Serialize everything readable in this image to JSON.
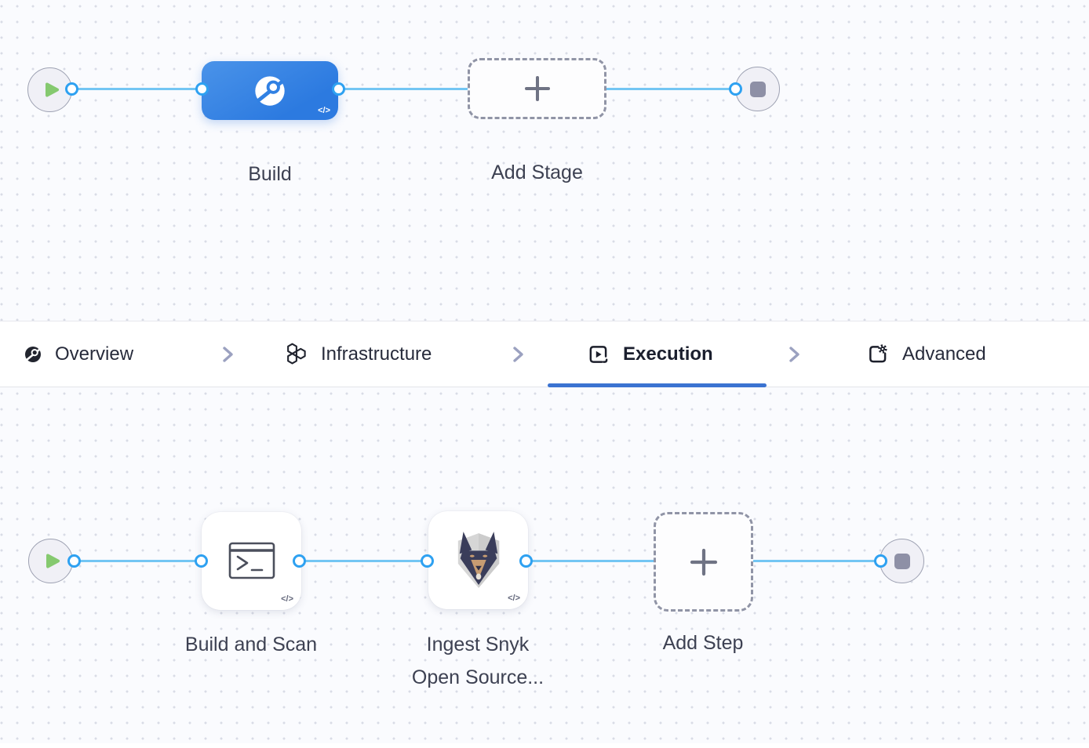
{
  "top_pipeline": {
    "start_node": {
      "icon": "play-icon"
    },
    "stage": {
      "label": "Build",
      "icon": "ci-build-icon",
      "code_badge": "</>"
    },
    "add_stage": {
      "label": "Add Stage",
      "icon": "plus-icon"
    },
    "end_node": {
      "icon": "stop-icon"
    }
  },
  "tab_bar": {
    "items": [
      {
        "label": "Overview",
        "icon": "ci-build-icon",
        "active": false
      },
      {
        "label": "Infrastructure",
        "icon": "hexagons-icon",
        "active": false
      },
      {
        "label": "Execution",
        "icon": "execution-play-icon",
        "active": true
      },
      {
        "label": "Advanced",
        "icon": "settings-square-icon",
        "active": false
      }
    ],
    "separator_icon": "chevron-right-icon",
    "active_tab": "Execution"
  },
  "bottom_pipeline": {
    "start_node": {
      "icon": "play-icon"
    },
    "steps": [
      {
        "label": "Build and Scan",
        "icon": "terminal-icon",
        "code_badge": "</>"
      },
      {
        "label": "Ingest Snyk Open Source...",
        "icon": "snyk-dog-icon",
        "code_badge": "</>"
      }
    ],
    "add_step": {
      "label": "Add Step",
      "icon": "plus-icon"
    },
    "end_node": {
      "icon": "stop-icon"
    }
  },
  "colors": {
    "stage_node_blue": "#2f7fe1",
    "connector_line": "#73c6f3",
    "port_ring": "#2ea1f1",
    "active_tab_underline": "#3b73d1",
    "play_green": "#85c96f",
    "stop_square_gray": "#8e90a6",
    "canvas_background": "#fafbfe"
  }
}
